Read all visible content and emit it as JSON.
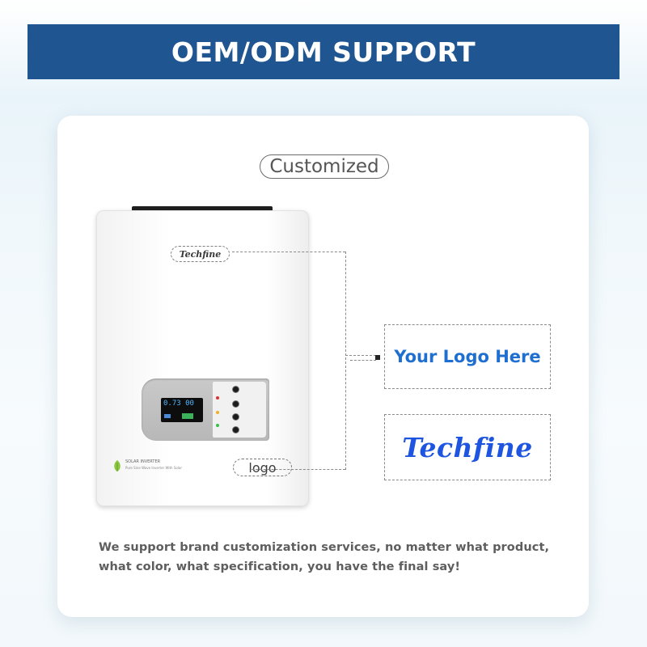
{
  "banner": {
    "title": "OEM/ODM SUPPORT"
  },
  "card": {
    "pill_label": "Customized",
    "device": {
      "brand_pill": "Techfine",
      "logo_pill": "logo",
      "lcd_reading": "0.73 00",
      "product_line_1": "SOLAR INVERTER",
      "product_line_2": "Pure Sine Wave Inverter With Solar"
    },
    "option_boxes": {
      "placeholder_text": "Your Logo Here",
      "brand_logo": "Techfine"
    },
    "description": "We support brand customization services, no matter what product, what color, what specification, you have the final say!"
  },
  "colors": {
    "banner": "#1f5590",
    "logo_placeholder": "#1f6fd0",
    "brand_blue": "#1d55e0",
    "body_text": "#5e5e5e"
  }
}
